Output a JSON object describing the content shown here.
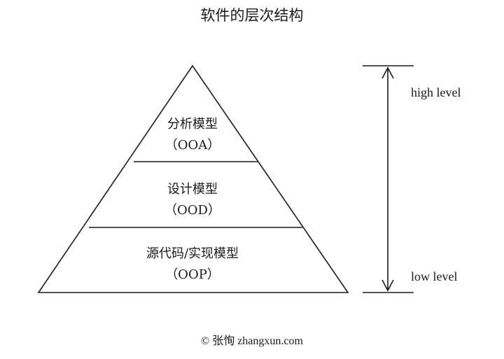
{
  "title": "软件的层次结构",
  "pyramid": {
    "layers": [
      {
        "name": "分析模型",
        "abbr": "（OOA）"
      },
      {
        "name": "设计模型",
        "abbr": "（OOD）"
      },
      {
        "name": "源代码/实现模型",
        "abbr": "（OOP）"
      }
    ]
  },
  "scale": {
    "high_label": "high level",
    "low_label": "low level"
  },
  "footer": "©  张恂 zhangxun.com",
  "colors": {
    "line": "#1a1a1a",
    "background": "#ffffff"
  }
}
